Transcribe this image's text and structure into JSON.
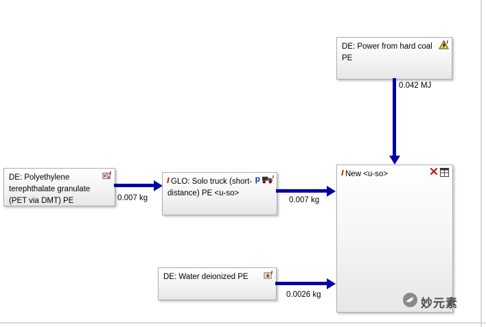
{
  "diagram": {
    "nodes": {
      "power": {
        "label": "DE: Power from hard coal PE"
      },
      "pet": {
        "label": "DE: Polyethylene terephthalate granulate (PET via DMT) PE"
      },
      "truck": {
        "label": "GLO: Solo truck (short-distance) PE <u-so>",
        "badge": "p"
      },
      "water": {
        "label": "DE: Water deionized PE"
      },
      "target": {
        "label": "New <u-so>"
      }
    },
    "flows": {
      "power_to_target": {
        "amount": "0.042 MJ"
      },
      "pet_to_truck": {
        "amount": "0.007 kg"
      },
      "truck_to_target": {
        "amount": "0.007 kg"
      },
      "water_to_target": {
        "amount": "0.0026 kg"
      }
    },
    "colors": {
      "arrow": "#0000a8",
      "node_border": "#adadad",
      "status_red": "#cc2200"
    }
  },
  "watermark": {
    "text": "妙元素"
  }
}
